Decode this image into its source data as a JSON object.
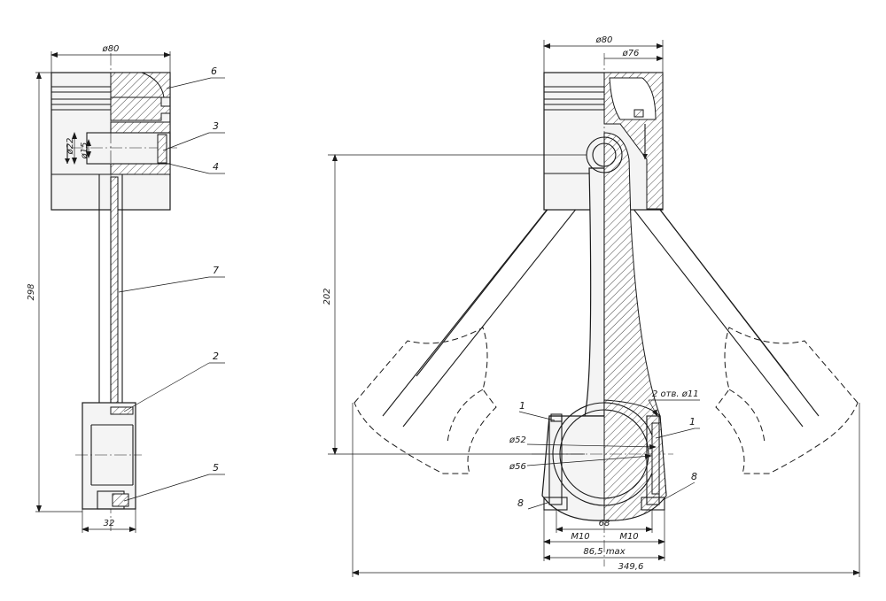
{
  "left_view": {
    "dim_width": "ø80",
    "dim_height": "298",
    "dim_bottom": "32",
    "dim_pin_outer": "ø22",
    "dim_pin_inner": "ø15",
    "labels": [
      "6",
      "3",
      "4",
      "7",
      "2",
      "5"
    ]
  },
  "right_view": {
    "dim_width": "ø80",
    "dim_inner": "ø76",
    "dim_height": "202",
    "dim_holes": "2 отв. ø11",
    "dim_bore_small": "ø52",
    "dim_bore_large": "ø56",
    "dim_68": "68",
    "dim_m10_left": "M10",
    "dim_m10_right": "M10",
    "dim_865": "86,5 max",
    "dim_3496": "349,6",
    "labels": {
      "left_top": "1",
      "right_top": "1",
      "left_bottom": "8",
      "right_bottom": "8"
    }
  }
}
